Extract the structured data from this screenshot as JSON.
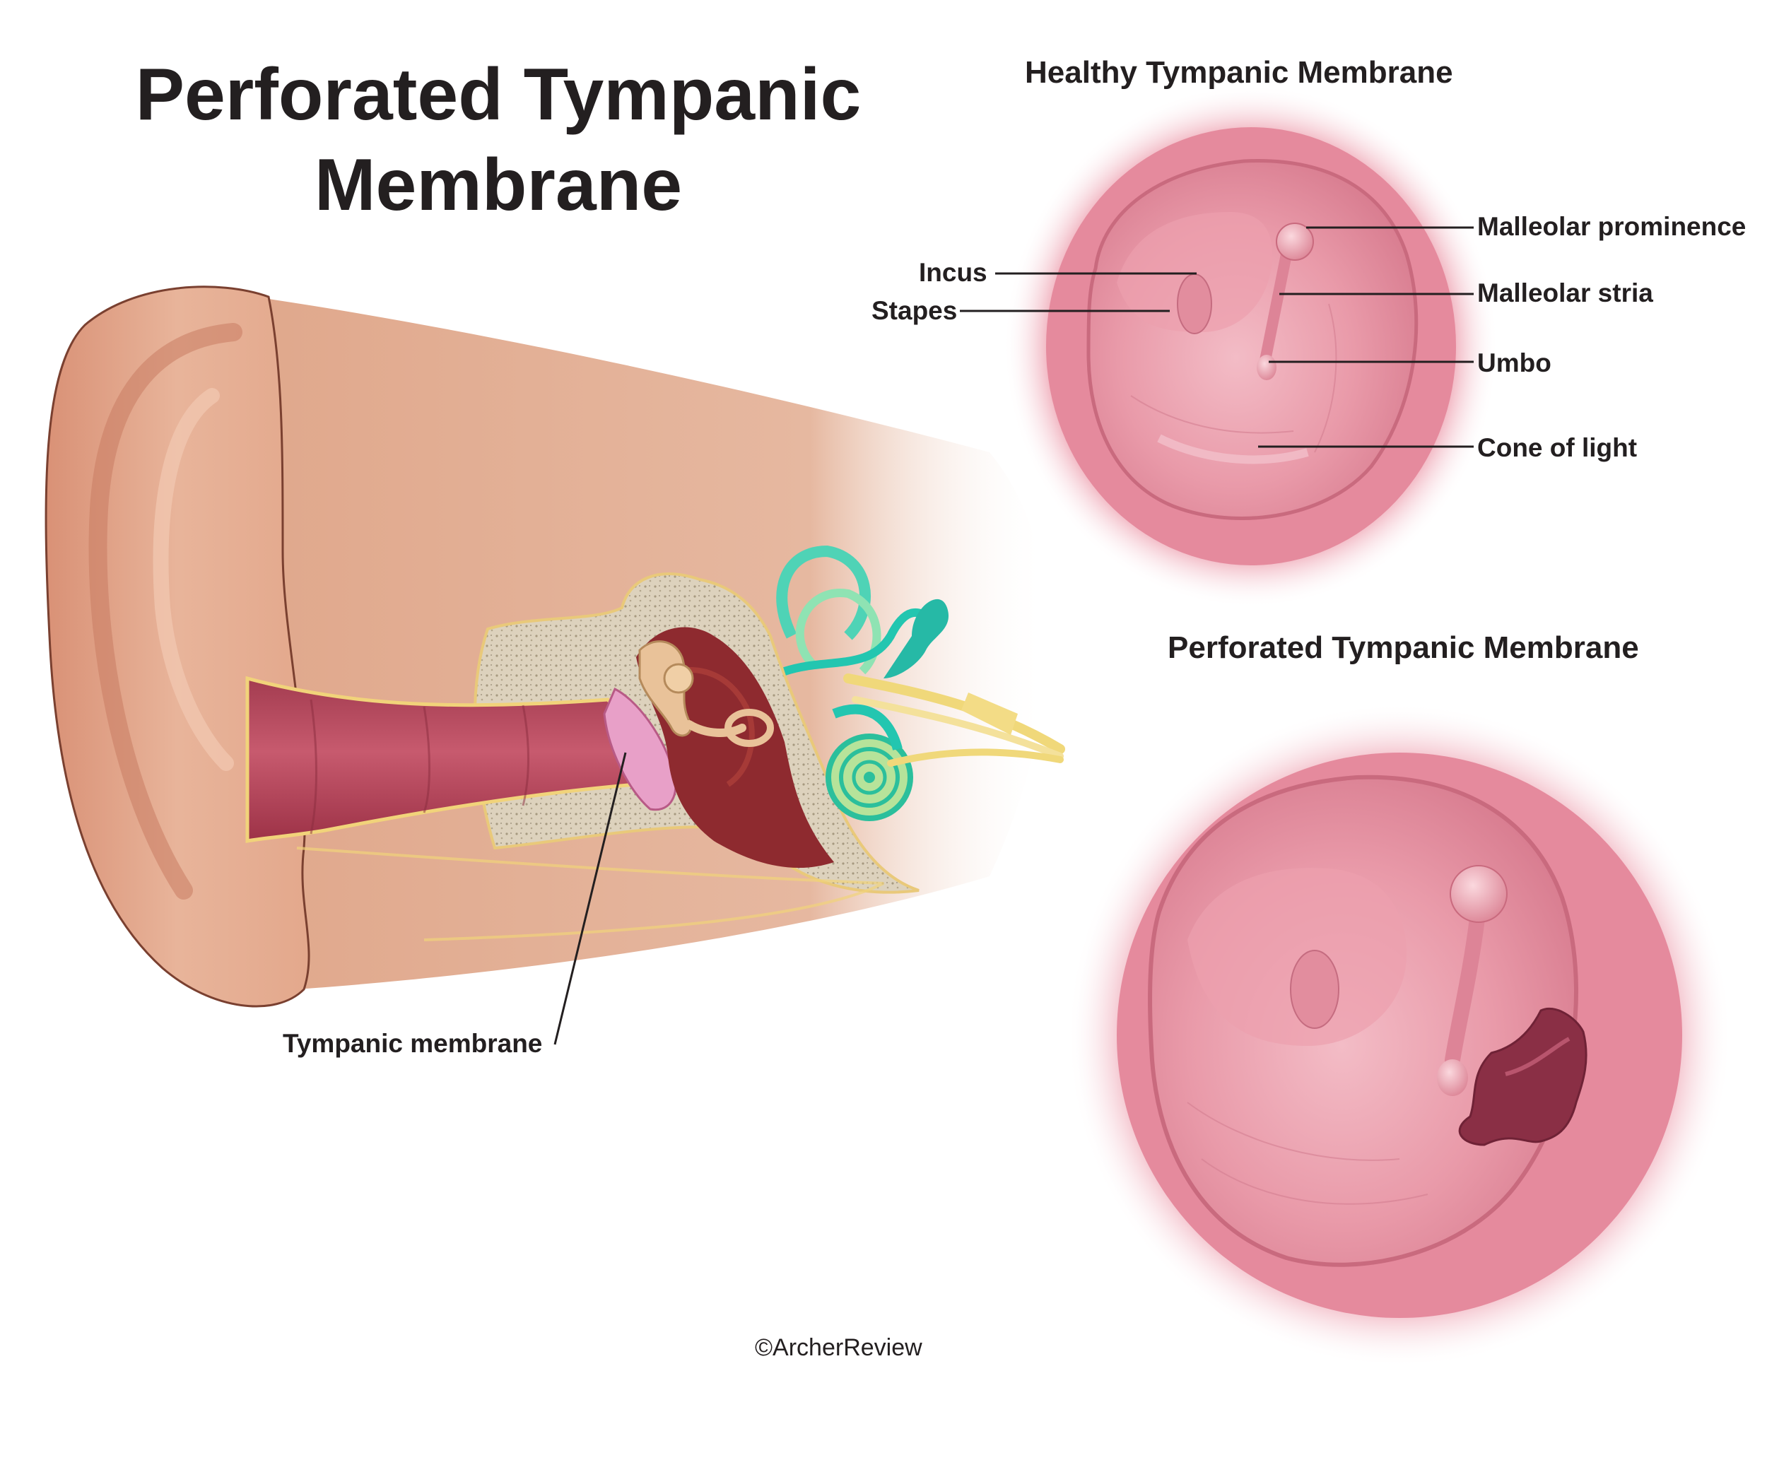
{
  "title": {
    "line1": "Perforated Tympanic",
    "line2": "Membrane"
  },
  "ear_section": {
    "label_tympanic": "Tympanic membrane"
  },
  "healthy_panel": {
    "title": "Healthy Tympanic Membrane",
    "labels": {
      "incus": "Incus",
      "stapes": "Stapes",
      "malleolar_prominence": "Malleolar prominence",
      "malleolar_stria": "Malleolar stria",
      "umbo": "Umbo",
      "cone_of_light": "Cone of light"
    }
  },
  "perforated_panel": {
    "title": "Perforated Tympanic Membrane"
  },
  "credit": "©ArcherReview",
  "colors": {
    "skin": "#e0a98c",
    "canal": "#b3475c",
    "membrane": "#e79aa8",
    "tissue_pink": "#e27f93",
    "bone": "#d8ccb4",
    "inner_ear": "#23c6b0",
    "nerve": "#f0d87a",
    "text": "#231f20"
  }
}
